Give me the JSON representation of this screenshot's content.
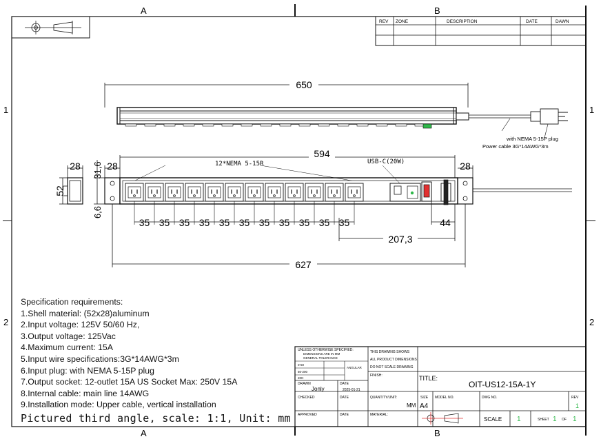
{
  "zones": {
    "a_top": "A",
    "b_top": "B",
    "a_bottom": "A",
    "b_bottom": "B",
    "r1_left": "1",
    "r1_right": "1",
    "r2_left": "2",
    "r2_right": "2"
  },
  "revision_table": {
    "headers": [
      "REV",
      "ZONE",
      "DESCRIPTION",
      "DATE",
      "DAWN"
    ]
  },
  "dimensions": {
    "overall_length": "650",
    "body_length": "594",
    "end_left": "28",
    "end_right": "28",
    "height_316": "31,6",
    "offset_66": "6,6",
    "side_width": "28",
    "side_height": "52",
    "pitches": [
      "35",
      "35",
      "35",
      "35",
      "35",
      "35",
      "35",
      "35",
      "35",
      "35",
      "35"
    ],
    "switch_dim": "44",
    "usb_offset": "207,3",
    "mount_length": "627"
  },
  "annotations": {
    "outlets_label": "12*NEMA 5-15R",
    "usb_label": "USB-C(20W)",
    "plug_note": "with  NEMA 5-15P  plug",
    "cable_note": "Power cable 3G*14AWG*3m"
  },
  "specification": {
    "title": "Specification requirements:",
    "items": [
      "1.Shell material: (52x28)aluminum",
      "2.Input voltage: 125V 50/60 Hz,",
      "3.Output voltage: 125Vac",
      "4.Maximum current: 15A",
      "5.Input wire specifications:3G*14AWG*3m",
      "6.Input plug: with  NEMA 5-15P  plug",
      "7.Output socket: 12-outlet 15A US  Socket Max: 250V 15A",
      "8.Internal cable: main line 14AWG",
      "9.Installation mode: Upper cable, vertical installation"
    ],
    "footer": "Pictured third angle, scale: 1:1, Unit: mm"
  },
  "title_block": {
    "tolerance_title": "UNLESS OTHERWISE SPECIFIED:",
    "tolerance_sub1": "DIMENSIONS ARE IN MM",
    "tolerance_sub2": "GENERAL TOLERANCE",
    "tol_rows": [
      "0-50",
      "50-200",
      "200-"
    ],
    "angular": "ANGULAR",
    "note1": "THIS DRAWING SHOWS",
    "note2": "ALL PRODUCT DIMENSIONS",
    "note3": "DO NOT SCALE DRAWING",
    "finish": "FINISH:",
    "title_label": "TITLE:",
    "title_value": "OIT-US12-15A-1Y",
    "drawn_label": "DRAWN",
    "drawn_value": "Jonly",
    "date_label": "DATE",
    "date_value": "2025-01-21",
    "checked_label": "CHECKED",
    "checked_date": "DATE",
    "quantity_label": "QUANTITY/UNIT:",
    "quantity_value": "MM",
    "size_label": "SIZE",
    "size_value": "A4",
    "model_label": "MODEL NO.",
    "dwg_label": "DWG NO.",
    "rev_label": "REV",
    "rev_value": "1",
    "approved_label": "APPROVED",
    "approved_date": "DATE",
    "material_label": "MATERIAL:",
    "scale_label": "SCALE",
    "scale_value": "1",
    "sheet_label": "SHEET",
    "sheet_value": "1",
    "of_label": "OF",
    "of_value": "1"
  },
  "colors": {
    "green": "#2fb84a",
    "red": "#e23030",
    "line": "#111111"
  }
}
